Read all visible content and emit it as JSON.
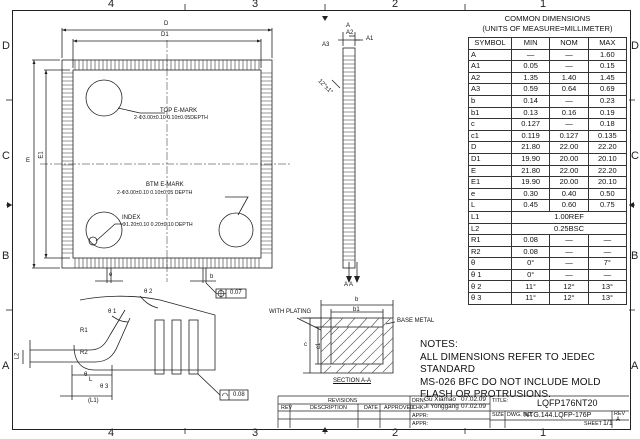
{
  "zones": {
    "top": [
      "4",
      "3",
      "2",
      "1"
    ],
    "bottom": [
      "4",
      "3",
      "2",
      "1"
    ],
    "left": [
      "D",
      "C",
      "B",
      "A"
    ],
    "right": [
      "D",
      "C",
      "B",
      "A"
    ]
  },
  "table": {
    "title_line1": "COMMON DIMENSIONS",
    "title_line2": "(UNITS OF MEASURE=MILLIMETER)",
    "headers": [
      "SYMBOL",
      "MIN",
      "NOM",
      "MAX"
    ],
    "rows": [
      [
        "A",
        "—",
        "—",
        "1.60"
      ],
      [
        "A1",
        "0.05",
        "—",
        "0.15"
      ],
      [
        "A2",
        "1.35",
        "1.40",
        "1.45"
      ],
      [
        "A3",
        "0.59",
        "0.64",
        "0.69"
      ],
      [
        "b",
        "0.14",
        "—",
        "0.23"
      ],
      [
        "b1",
        "0.13",
        "0.16",
        "0.19"
      ],
      [
        "c",
        "0.127",
        "—",
        "0.18"
      ],
      [
        "c1",
        "0.119",
        "0.127",
        "0.135"
      ],
      [
        "D",
        "21.80",
        "22.00",
        "22.20"
      ],
      [
        "D1",
        "19.90",
        "20.00",
        "20.10"
      ],
      [
        "E",
        "21.80",
        "22.00",
        "22.20"
      ],
      [
        "E1",
        "19.90",
        "20.00",
        "20.10"
      ],
      [
        "e",
        "0.30",
        "0.40",
        "0.50"
      ],
      [
        "L",
        "0.45",
        "0.60",
        "0.75"
      ],
      [
        "L1",
        "1.00REF"
      ],
      [
        "L2",
        "0.25BSC"
      ],
      [
        "R1",
        "0.08",
        "—",
        "—"
      ],
      [
        "R2",
        "0.08",
        "—",
        "—"
      ],
      [
        "θ",
        "0°",
        "—",
        "7°"
      ],
      [
        "θ 1",
        "0°",
        "—",
        "—"
      ],
      [
        "θ 2",
        "11°",
        "12°",
        "13°"
      ],
      [
        "θ 3",
        "11°",
        "12°",
        "13°"
      ]
    ]
  },
  "top_view": {
    "label_D": "D",
    "label_D1": "D1",
    "label_E": "E",
    "label_E1": "E1",
    "top_emark": "TOP E-MARK",
    "top_emark_spec": "2-Φ3.00±0.10 0.10±0.05DEPTH",
    "btm_emark": "BTM E-MARK",
    "btm_emark_spec": "2-Φ3.00±0.10 0.10±0.05 DEPTH",
    "index": "INDEX",
    "index_spec": "Φ1.20±0.10 0.20±0.10 DEPTH",
    "label_e": "e",
    "label_b": "b",
    "tol_position": "0.07"
  },
  "side_view": {
    "label_A": "A",
    "label_A2": "A2",
    "label_A1": "A1",
    "label_A3": "A3",
    "angle_note": "12°±1°",
    "section_marks": "A A"
  },
  "detail": {
    "theta2": "θ 2",
    "theta1": "θ 1",
    "theta": "θ",
    "theta3": "θ 3",
    "R1": "R1",
    "R2": "R2",
    "L2": "L2",
    "L": "L",
    "L1": "(L1)",
    "flatness": "0.08"
  },
  "section": {
    "with_plating": "WITH PLATING",
    "base_metal": "BASE METAL",
    "b": "b",
    "b1": "b1",
    "c": "c",
    "c1": "c1",
    "title": "SECTION A-A"
  },
  "notes": {
    "title": "NOTES:",
    "line1": "ALL DIMENSIONS REFER TO JEDEC STANDARD",
    "line2": "MS-026 BFC DO NOT INCLUDE MOLD",
    "line3": "FLASH OR PROTRUSIONS."
  },
  "title_block": {
    "revisions": "REVISIONS",
    "rev_cols": [
      "REV",
      "DESCRIPTION",
      "DATE",
      "APPROVED"
    ],
    "drawn_label": "DRN:",
    "drawn_by": "Gu Xiamao",
    "drawn_date": "07.02.09",
    "checked_label": "CHK:",
    "checked_by": "Ji Yonggang",
    "checked_date": "07.02.09",
    "appr_label": "APPR:",
    "appr2_label": "APPR:",
    "title_label": "TITLE:",
    "title": "LQFP176NT20",
    "size_label": "SIZE",
    "dwg_label": "DWG. NO.",
    "dwg_no": "NTG.144.LQFP-176P",
    "rev_label": "REV",
    "rev": "A",
    "sheet_label": "SHEET",
    "sheet": "1/1"
  }
}
